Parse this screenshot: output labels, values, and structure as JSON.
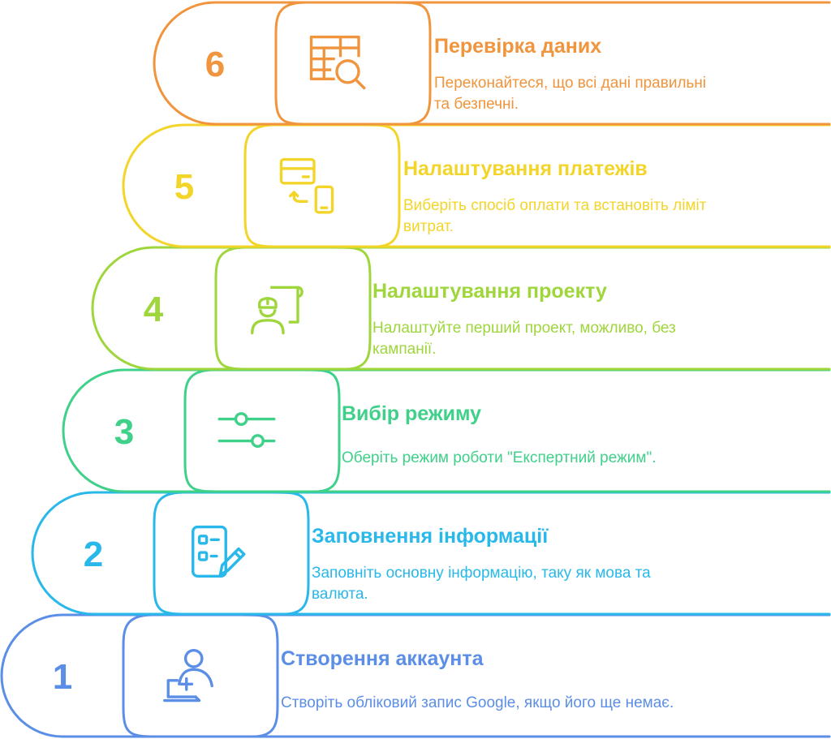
{
  "steps": [
    {
      "number": "1",
      "title": "Створення аккаунта",
      "desc_lines": [
        "Створіть обліковий запис Google, якщо його ще немає."
      ],
      "color": "#5b8ee6",
      "icon": "user-add-laptop-icon"
    },
    {
      "number": "2",
      "title": "Заповнення інформації",
      "desc_lines": [
        "Заповніть основну інформацію, таку як мова та",
        "валюта."
      ],
      "color": "#29b8ea",
      "icon": "form-edit-icon"
    },
    {
      "number": "3",
      "title": "Вибір режиму",
      "desc_lines": [
        "Оберіть режим роботи \"Експертний режим\"."
      ],
      "color": "#3fd08a",
      "icon": "sliders-icon"
    },
    {
      "number": "4",
      "title": "Налаштування проекту",
      "desc_lines": [
        "Налаштуйте перший проект, можливо, без",
        "кампанії."
      ],
      "color": "#9ed63c",
      "icon": "engineer-blueprint-icon"
    },
    {
      "number": "5",
      "title": "Налаштування платежів",
      "desc_lines": [
        "Виберіть спосіб оплати та встановіть ліміт",
        "витрат."
      ],
      "color": "#f3d52a",
      "icon": "payment-card-phone-icon"
    },
    {
      "number": "6",
      "title": "Перевірка даних",
      "desc_lines": [
        "Переконайтеся, що всі дані правильні",
        "та безпечні."
      ],
      "color": "#f0943d",
      "icon": "table-search-icon"
    }
  ]
}
